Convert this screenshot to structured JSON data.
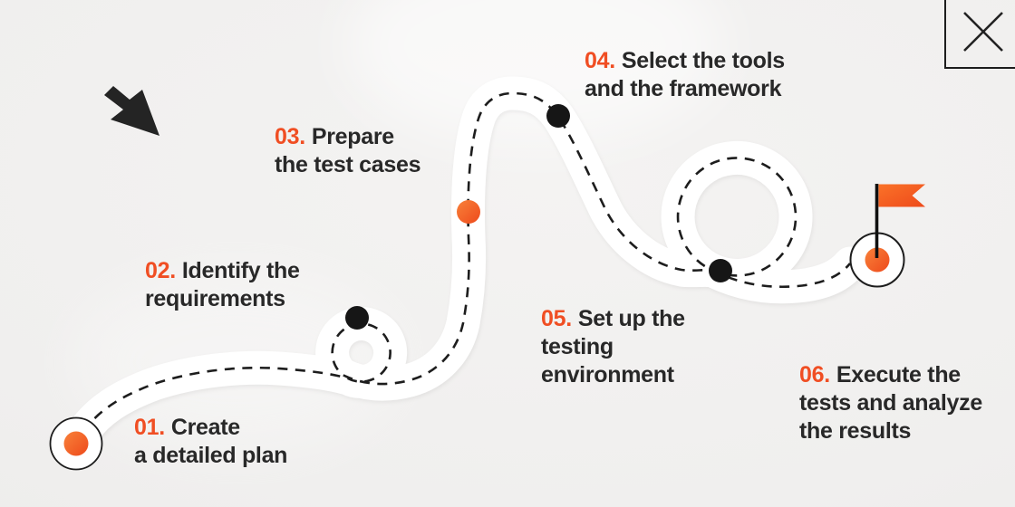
{
  "meta": {
    "title": "Software testing process roadmap"
  },
  "palette": {
    "orange": "#f04e23",
    "orange-deep": "#ee4a1b",
    "orange-light": "#f8813a",
    "ink": "#1d1d1d",
    "text": "#282828",
    "road": "#ffffff",
    "bg": "#f0efee"
  },
  "steps": [
    {
      "num": "01.",
      "lines": [
        "Create",
        "a detailed plan"
      ]
    },
    {
      "num": "02.",
      "lines": [
        "Identify the",
        "requirements"
      ]
    },
    {
      "num": "03.",
      "lines": [
        "Prepare",
        "the test cases"
      ]
    },
    {
      "num": "04.",
      "lines": [
        "Select the tools",
        "and the framework"
      ]
    },
    {
      "num": "05.",
      "lines": [
        "Set up the",
        "testing",
        "environment"
      ]
    },
    {
      "num": "06.",
      "lines": [
        "Execute the",
        "tests and analyze",
        "the results"
      ]
    }
  ],
  "route": {
    "start_marker": {
      "style": "ringed-orange-dot",
      "step": "01"
    },
    "dots": [
      {
        "step": "02",
        "color": "black"
      },
      {
        "step": "03",
        "color": "orange"
      },
      {
        "step": "04",
        "color": "black"
      },
      {
        "step": "05",
        "color": "black"
      }
    ],
    "finish_marker": {
      "style": "ringed-orange-dot-with-flag",
      "step": "06"
    }
  },
  "icons": {
    "cursor": "cursor-arrow-southeast",
    "close": "close-x",
    "flag": "finish-flag"
  }
}
